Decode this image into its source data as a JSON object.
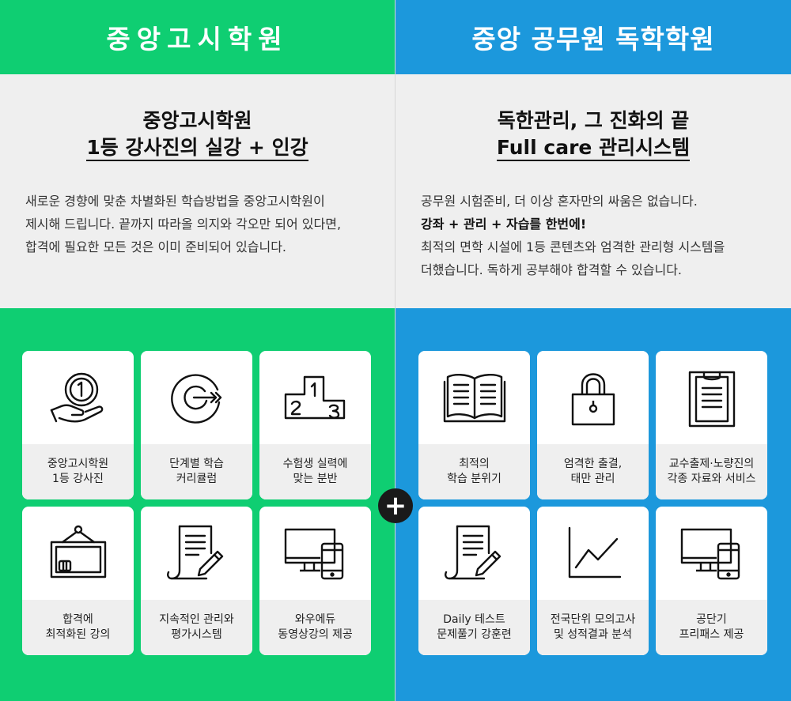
{
  "left": {
    "header": "중앙고시학원",
    "headline_1": "중앙고시학원",
    "headline_2": "1등 강사진의 실강 + 인강",
    "desc": [
      "새로운 경향에 맞춘 차별화된 학습방법을 중앙고시학원이",
      "제시해 드립니다. 끝까지 따라올 의지와 각오만 되어 있다면,",
      "합격에 필요한 모든 것은 이미 준비되어 있습니다."
    ],
    "cards": [
      {
        "icon": "coin-hand-icon",
        "label": "중앙고시학원\n1등 강사진"
      },
      {
        "icon": "target-icon",
        "label": "단계별 학습\n커리큘럼"
      },
      {
        "icon": "podium-icon",
        "label": "수험생 실력에\n맞는 분반"
      },
      {
        "icon": "classroom-board-icon",
        "label": "합격에\n최적화된 강의"
      },
      {
        "icon": "document-pen-icon",
        "label": "지속적인 관리와\n평가시스템"
      },
      {
        "icon": "devices-icon",
        "label": "와우에듀\n동영상강의 제공"
      }
    ],
    "color": "#0fce72"
  },
  "right": {
    "header": "중앙 공무원 독학학원",
    "headline_1": "독한관리, 그 진화의 끝",
    "headline_2": "Full care 관리시스템",
    "desc_1": "공무원 시험준비, 더 이상 혼자만의 싸움은 없습니다.",
    "desc_bold": "강좌 + 관리 + 자습를 한번에!",
    "desc_2": "최적의 면학 시설에 1등 콘텐츠와 엄격한 관리형 시스템을",
    "desc_3": "더했습니다. 독하게 공부해야 합격할 수 있습니다.",
    "cards": [
      {
        "icon": "open-book-icon",
        "label": "최적의\n학습 분위기"
      },
      {
        "icon": "padlock-icon",
        "label": "엄격한 출결,\n태만 관리"
      },
      {
        "icon": "clipboard-icon",
        "label": "교수출제·노량진의\n각종 자료와 서비스"
      },
      {
        "icon": "document-pen-icon",
        "label": "Daily 테스트\n문제풀기 강훈련"
      },
      {
        "icon": "line-chart-icon",
        "label": "전국단위 모의고사\n및 성적결과 분석"
      },
      {
        "icon": "devices-icon",
        "label": "공단기\n프리패스 제공"
      }
    ],
    "color": "#1c98dc"
  },
  "plus_symbol": "+"
}
